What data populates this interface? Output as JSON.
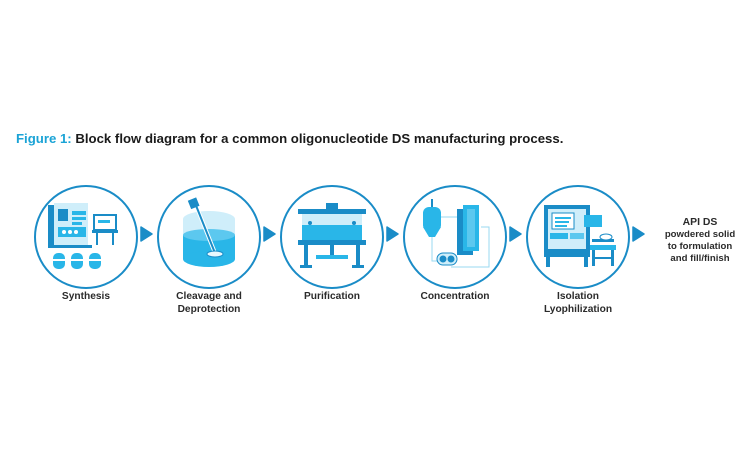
{
  "caption": {
    "figure_label": "Figure 1:",
    "text": "Block flow diagram for a common oligonucleotide DS manufacturing process."
  },
  "colors": {
    "accent": "#1a8cc7",
    "light": "#29b6e8",
    "pale": "#cfeefa",
    "text": "#2b2b2b"
  },
  "steps": [
    {
      "label_line1": "Synthesis",
      "label_line2": "",
      "icon": "synthesizer-icon"
    },
    {
      "label_line1": "Cleavage and",
      "label_line2": "Deprotection",
      "icon": "reactor-vessel-icon"
    },
    {
      "label_line1": "Purification",
      "label_line2": "",
      "icon": "chromatography-column-icon"
    },
    {
      "label_line1": "Concentration",
      "label_line2": "",
      "icon": "filtration-unit-icon"
    },
    {
      "label_line1": "Isolation",
      "label_line2": "Lyophilization",
      "icon": "lyophilizer-icon"
    }
  ],
  "final": {
    "title": "API DS",
    "line1": "powdered solid",
    "line2": "to formulation",
    "line3": "and fill/finish"
  }
}
